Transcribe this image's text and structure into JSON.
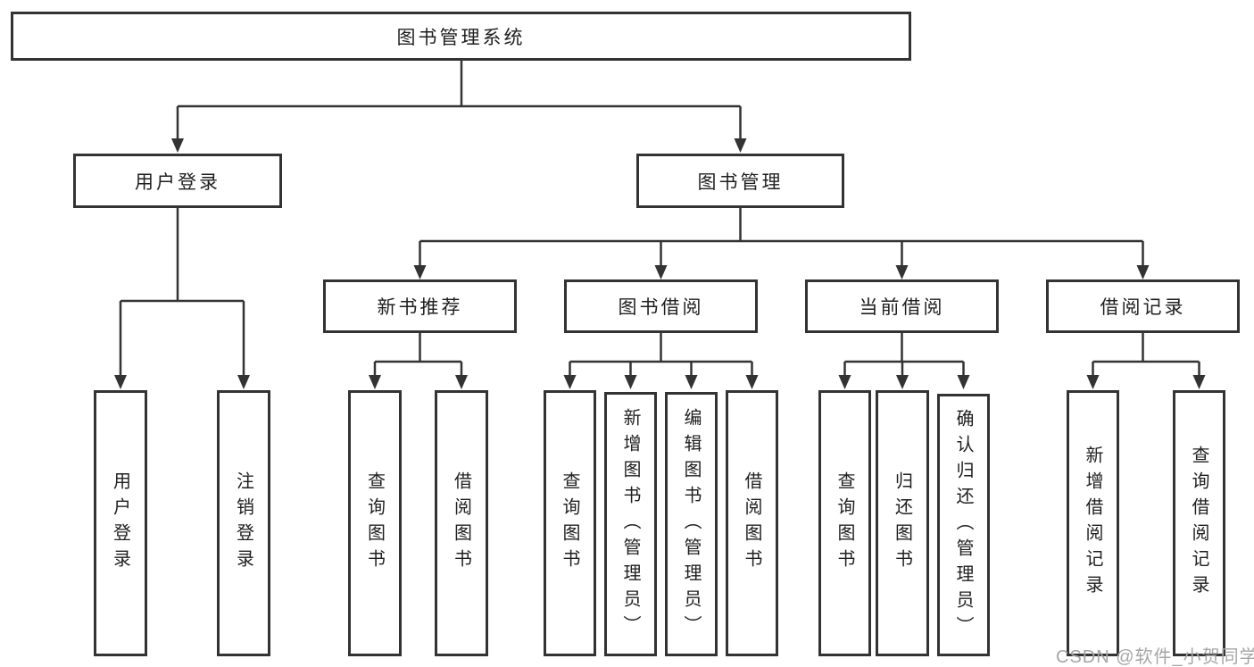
{
  "colors": {
    "stroke": "#333333",
    "box_border": "#333333",
    "text": "#1f1f1f",
    "watermark": "#a6a6a6",
    "background": "#ffffff"
  },
  "tree": {
    "label": "图书管理系统",
    "children": [
      {
        "label": "用户登录",
        "children": [
          {
            "label": "用户登录"
          },
          {
            "label": "注销登录"
          }
        ]
      },
      {
        "label": "图书管理",
        "children": [
          {
            "label": "新书推荐",
            "children": [
              {
                "label": "查询图书"
              },
              {
                "label": "借阅图书"
              }
            ]
          },
          {
            "label": "图书借阅",
            "children": [
              {
                "label": "查询图书"
              },
              {
                "label": "新增图书（管理员）"
              },
              {
                "label": "编辑图书（管理员）"
              },
              {
                "label": "借阅图书"
              }
            ]
          },
          {
            "label": "当前借阅",
            "children": [
              {
                "label": "查询图书"
              },
              {
                "label": "归还图书"
              },
              {
                "label": "确认归还（管理员）"
              }
            ]
          },
          {
            "label": "借阅记录",
            "children": [
              {
                "label": "新增借阅记录"
              },
              {
                "label": "查询借阅记录"
              }
            ]
          }
        ]
      }
    ]
  },
  "watermark": {
    "text": "CSDN @软件_小贺同学"
  }
}
